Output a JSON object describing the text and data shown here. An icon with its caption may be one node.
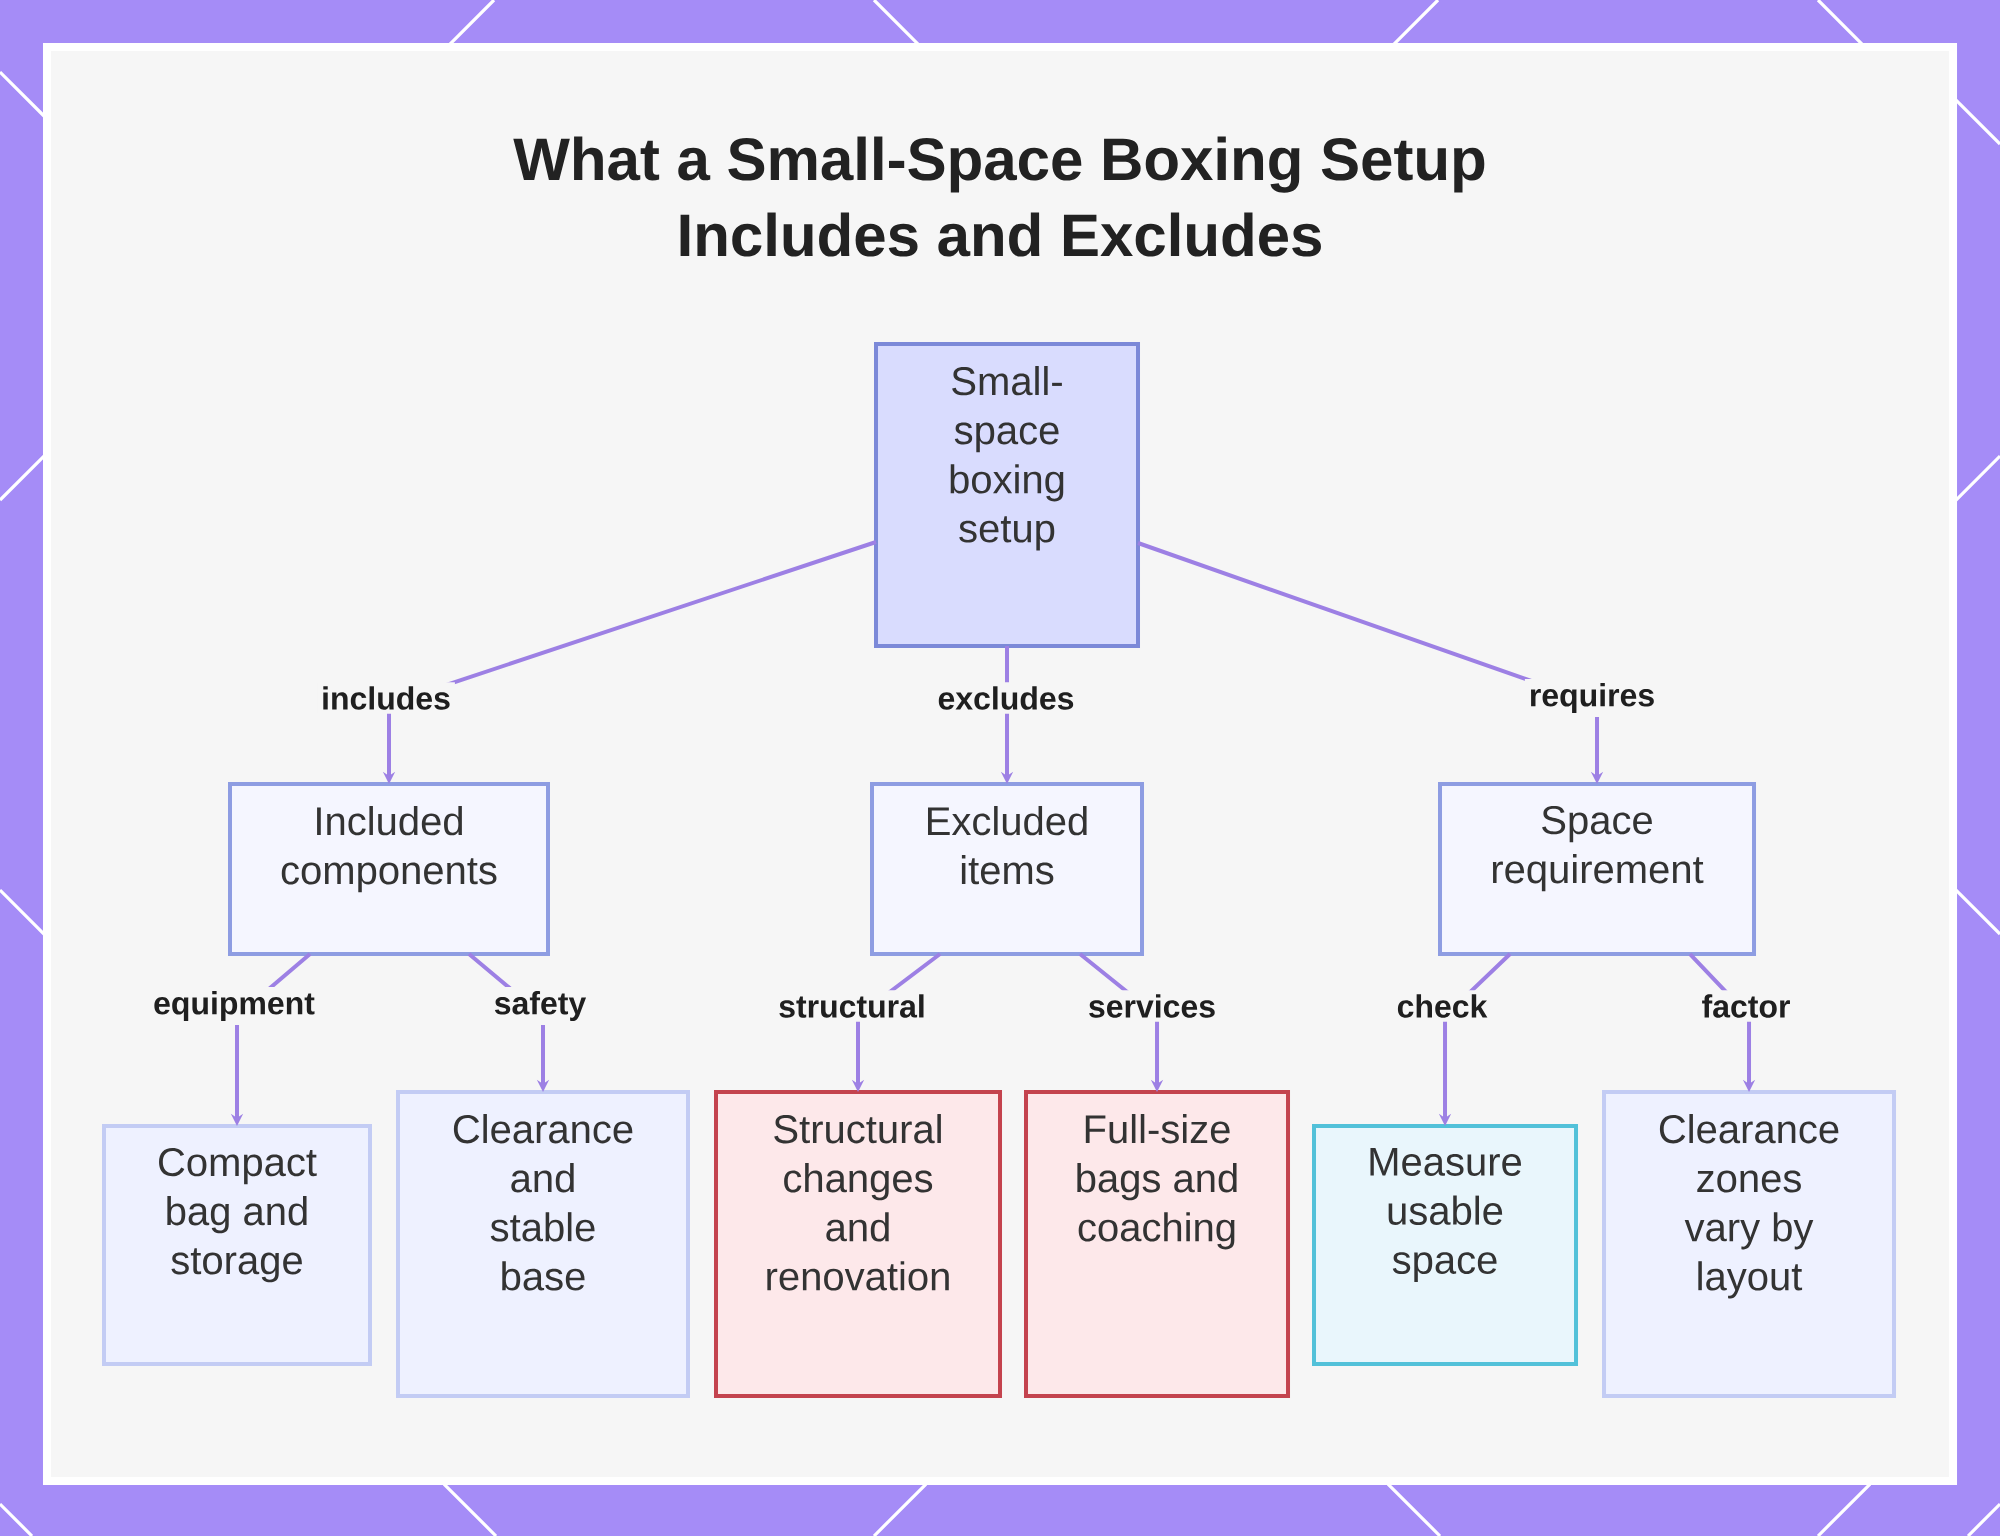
{
  "diagram": {
    "title": "What a Small-Space Boxing Setup Includes and Excludes",
    "nodes": [
      {
        "text": [
          "Small-space boxing setup"
        ]
      },
      {
        "text": [
          "Included components"
        ]
      },
      {
        "text": [
          "Excluded items"
        ]
      },
      {
        "text": [
          "Space requirement"
        ]
      },
      {
        "text": [
          "Compact bag and storage"
        ]
      },
      {
        "text": [
          "Clearance and stable base"
        ]
      },
      {
        "text": [
          "Structural changes and renovation"
        ]
      },
      {
        "text": [
          "Full-size bags and coaching"
        ]
      },
      {
        "text": [
          "Measure usable space"
        ]
      },
      {
        "text": [
          "Clearance zones vary by layout"
        ]
      }
    ],
    "edges": [
      {
        "from": 0,
        "to": 1,
        "arrow": "to",
        "label": "includes"
      },
      {
        "from": 0,
        "to": 2,
        "arrow": "to",
        "label": "excludes"
      },
      {
        "from": 0,
        "to": 3,
        "arrow": "to",
        "label": "requires"
      },
      {
        "from": 1,
        "to": 4,
        "arrow": "to",
        "label": "equipment"
      },
      {
        "from": 1,
        "to": 5,
        "arrow": "to",
        "label": "safety"
      },
      {
        "from": 2,
        "to": 6,
        "arrow": "to",
        "label": "structural"
      },
      {
        "from": 2,
        "to": 7,
        "arrow": "to",
        "label": "services"
      },
      {
        "from": 3,
        "to": 8,
        "arrow": "to",
        "label": "check"
      },
      {
        "from": 3,
        "to": 9,
        "arrow": "to",
        "label": "factor"
      }
    ]
  }
}
